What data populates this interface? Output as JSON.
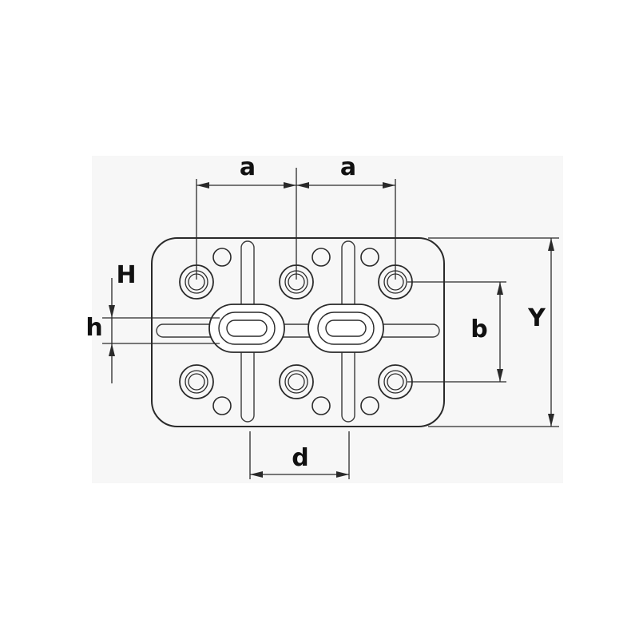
{
  "labels": {
    "a_left": "a",
    "a_right": "a",
    "H": "H",
    "h": "h",
    "b": "b",
    "Y": "Y",
    "d": "d"
  },
  "colors": {
    "line": "#2a2a2a",
    "paper": "#ffffff"
  }
}
